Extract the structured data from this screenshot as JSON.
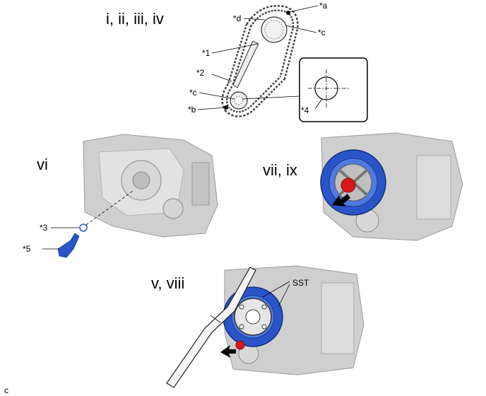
{
  "steps": {
    "top": "i, ii, iii, iv",
    "left": "vi",
    "right": "vii, ix",
    "bottom": "v, viii"
  },
  "callouts": {
    "a": "*a",
    "b": "*b",
    "c_top": "*c",
    "c_mid": "*c",
    "d": "*d",
    "one": "*1",
    "two": "*2",
    "three": "*3",
    "four": "*4",
    "five": "*5",
    "sst": "SST"
  },
  "figure_code": "c",
  "colors": {
    "pulley_blue": "#2a55c8",
    "bolt_red": "#d81818",
    "engine_gray": "#c8c8c8",
    "line": "#000000"
  }
}
